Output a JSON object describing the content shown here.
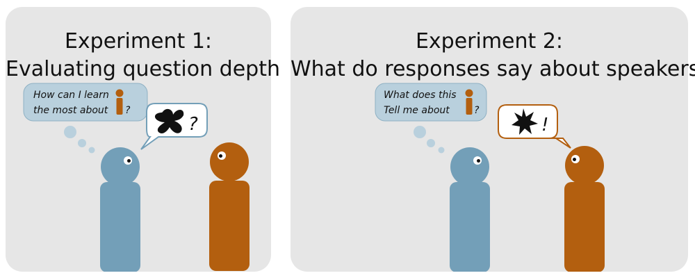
{
  "panels": [
    {
      "title_line1": "Experiment 1:",
      "title_line2": "Evaluating question depth",
      "thought_line1": "How can I learn",
      "thought_line2": "the most about",
      "thought_mark": "?",
      "speech_mark": "?"
    },
    {
      "title_line1": "Experiment 2:",
      "title_line2": "What do responses say about speakers?",
      "thought_line1": "What does this",
      "thought_line2": "Tell me about",
      "thought_mark": "?",
      "speech_mark": "!"
    }
  ],
  "colors": {
    "panel_bg": "#e6e6e6",
    "blue_person": "#739fb8",
    "orange_person": "#b35f0f",
    "thought_bubble": "#b9d0dd",
    "blob": "#111111"
  }
}
